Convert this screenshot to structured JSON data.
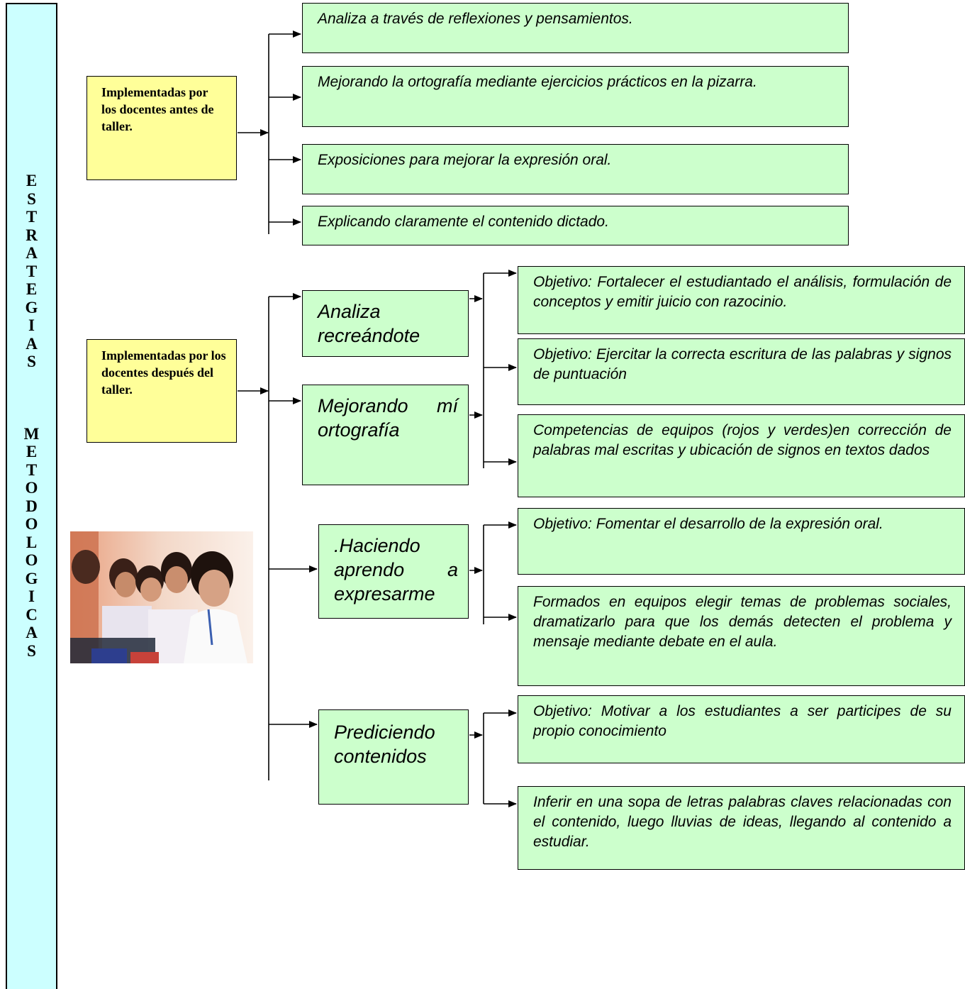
{
  "sidebar": {
    "title_word1": "ESTRATEGIAS",
    "title_word2": "METODOLOGICAS"
  },
  "before": {
    "label": "Implementadas por los docentes antes de taller.",
    "items": [
      "Analiza a través de reflexiones y pensamientos.",
      "Mejorando la ortografía mediante ejercicios prácticos en la pizarra.",
      "Exposiciones para mejorar la expresión oral.",
      "Explicando claramente el contenido dictado."
    ]
  },
  "after": {
    "label": "Implementadas por los docentes después del taller.",
    "strategies": [
      {
        "name": "Analiza recreándote",
        "details": [
          "Objetivo: Fortalecer el estudiantado el análisis, formulación de conceptos y emitir juicio con razocinio."
        ]
      },
      {
        "name": "Mejorando mí ortografía",
        "details": [
          "Objetivo: Ejercitar la correcta escritura de las palabras y signos de puntuación",
          "Competencias de equipos (rojos y verdes)en corrección de palabras mal escritas y ubicación de signos en textos dados"
        ]
      },
      {
        "name": ".Haciendo aprendo a expresarme",
        "details": [
          "Objetivo: Fomentar el desarrollo de la expresión oral.",
          "Formados en equipos elegir temas de problemas sociales, dramatizarlo para que los demás detecten el problema y mensaje mediante debate en el aula."
        ]
      },
      {
        "name": "Prediciendo contenidos",
        "details": [
          "Objetivo: Motivar a los estudiantes a ser participes de su propio conocimiento",
          " Inferir en una sopa de letras palabras claves relacionadas con el contenido, luego lluvias de ideas, llegando al contenido a estudiar."
        ]
      }
    ]
  },
  "colors": {
    "sidebar": "#ccffff",
    "label_box": "#ffff99",
    "content_box": "#ccffcc"
  }
}
